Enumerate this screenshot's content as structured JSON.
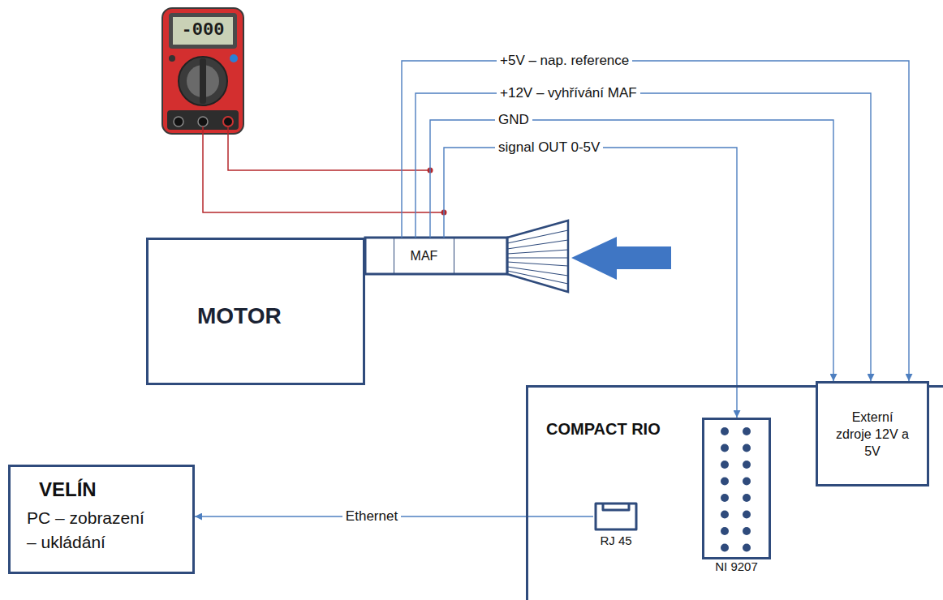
{
  "diagram": {
    "nodes": [
      {
        "text": [
          "MOTOR"
        ]
      },
      {
        "text": [
          "MAF"
        ]
      },
      {
        "text": [
          "COMPACT RIO"
        ]
      },
      {
        "text": [
          "RJ 45"
        ],
        "in": 2
      },
      {
        "text": [
          "NI 9207"
        ],
        "in": 2
      },
      {
        "text": [
          "Externí zdroje 12V a 5V"
        ],
        "in": 2
      },
      {
        "text": [
          "VELÍN",
          "PC – zobrazení – ukládání"
        ]
      }
    ],
    "edges": [
      {
        "from": 1,
        "to": 5,
        "label": "+5V – nap. reference",
        "arrow": "to"
      },
      {
        "from": 1,
        "to": 5,
        "label": "+12V – vyhřívání MAF",
        "arrow": "to"
      },
      {
        "from": 1,
        "to": 5,
        "label": "GND",
        "arrow": "to"
      },
      {
        "from": 1,
        "to": 4,
        "label": "signal OUT 0-5V",
        "arrow": "to"
      },
      {
        "from": 3,
        "to": 6,
        "label": "Ethernet",
        "arrow": "to"
      }
    ],
    "labels": [
      "-000"
    ]
  }
}
